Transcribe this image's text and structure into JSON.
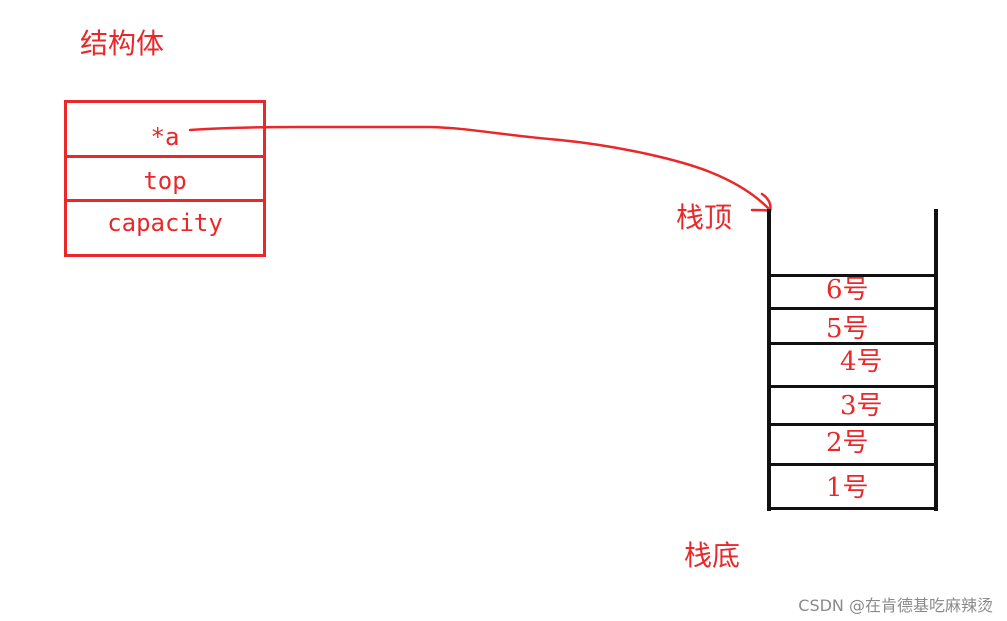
{
  "struct": {
    "title": "结构体",
    "fields": [
      "*a",
      "top",
      "capacity"
    ]
  },
  "stack": {
    "top_label": "栈顶",
    "bottom_label": "栈底",
    "slots": [
      "6号",
      "5号",
      "4号",
      "3号",
      "2号",
      "1号"
    ]
  },
  "watermark": "CSDN @在肯德基吃麻辣烫",
  "colors": {
    "annotation": "#e8282a",
    "stack_lines": "#111111",
    "watermark": "#8a8a8a"
  }
}
